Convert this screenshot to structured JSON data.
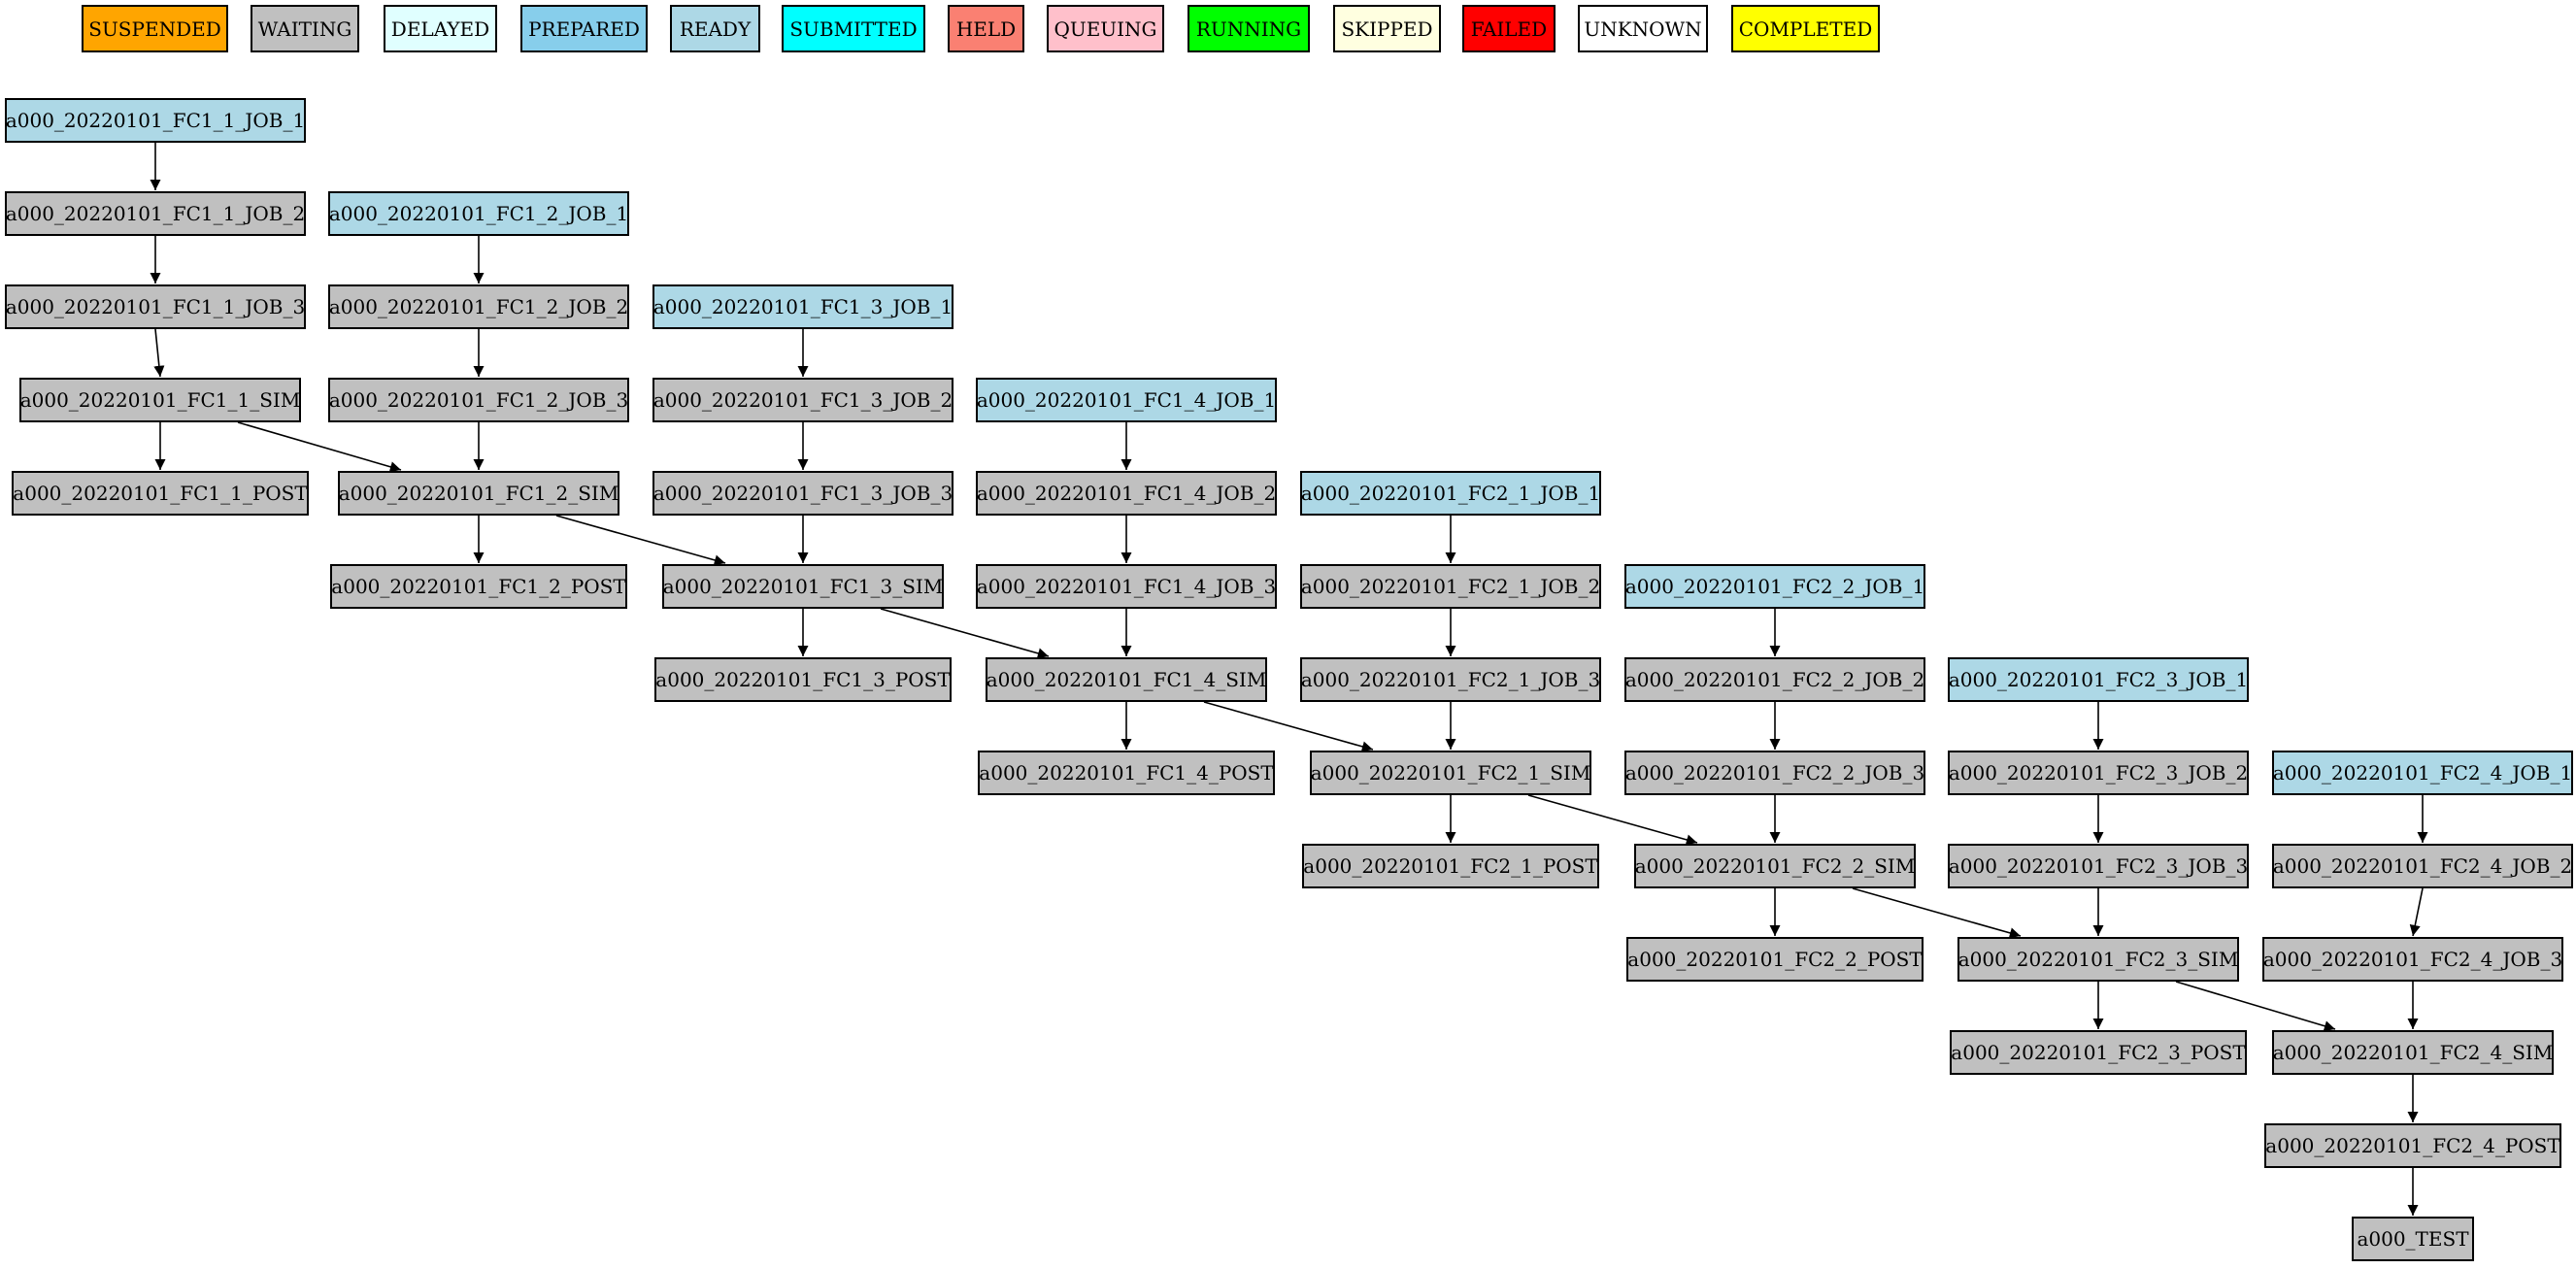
{
  "legend": [
    {
      "label": "SUSPENDED",
      "color": "#FFA500"
    },
    {
      "label": "WAITING",
      "color": "#C0C0C0"
    },
    {
      "label": "DELAYED",
      "color": "#E0FFFF"
    },
    {
      "label": "PREPARED",
      "color": "#87CEEB"
    },
    {
      "label": "READY",
      "color": "#ADD8E6"
    },
    {
      "label": "SUBMITTED",
      "color": "#00FFFF"
    },
    {
      "label": "HELD",
      "color": "#FA8072"
    },
    {
      "label": "QUEUING",
      "color": "#FFC0CB"
    },
    {
      "label": "RUNNING",
      "color": "#00FF00"
    },
    {
      "label": "SKIPPED",
      "color": "#FFFFE0"
    },
    {
      "label": "FAILED",
      "color": "#FF0000"
    },
    {
      "label": "UNKNOWN",
      "color": "#FFFFFF"
    },
    {
      "label": "COMPLETED",
      "color": "#FFFF00"
    }
  ],
  "nodes": [
    {
      "id": "FC1_1_JOB_1",
      "label": "a000_20220101_FC1_1_JOB_1",
      "status": "READY"
    },
    {
      "id": "FC1_1_JOB_2",
      "label": "a000_20220101_FC1_1_JOB_2",
      "status": "WAITING"
    },
    {
      "id": "FC1_1_JOB_3",
      "label": "a000_20220101_FC1_1_JOB_3",
      "status": "WAITING"
    },
    {
      "id": "FC1_1_SIM",
      "label": "a000_20220101_FC1_1_SIM",
      "status": "WAITING"
    },
    {
      "id": "FC1_1_POST",
      "label": "a000_20220101_FC1_1_POST",
      "status": "WAITING"
    },
    {
      "id": "FC1_2_JOB_1",
      "label": "a000_20220101_FC1_2_JOB_1",
      "status": "READY"
    },
    {
      "id": "FC1_2_JOB_2",
      "label": "a000_20220101_FC1_2_JOB_2",
      "status": "WAITING"
    },
    {
      "id": "FC1_2_JOB_3",
      "label": "a000_20220101_FC1_2_JOB_3",
      "status": "WAITING"
    },
    {
      "id": "FC1_2_SIM",
      "label": "a000_20220101_FC1_2_SIM",
      "status": "WAITING"
    },
    {
      "id": "FC1_2_POST",
      "label": "a000_20220101_FC1_2_POST",
      "status": "WAITING"
    },
    {
      "id": "FC1_3_JOB_1",
      "label": "a000_20220101_FC1_3_JOB_1",
      "status": "READY"
    },
    {
      "id": "FC1_3_JOB_2",
      "label": "a000_20220101_FC1_3_JOB_2",
      "status": "WAITING"
    },
    {
      "id": "FC1_3_JOB_3",
      "label": "a000_20220101_FC1_3_JOB_3",
      "status": "WAITING"
    },
    {
      "id": "FC1_3_SIM",
      "label": "a000_20220101_FC1_3_SIM",
      "status": "WAITING"
    },
    {
      "id": "FC1_3_POST",
      "label": "a000_20220101_FC1_3_POST",
      "status": "WAITING"
    },
    {
      "id": "FC1_4_JOB_1",
      "label": "a000_20220101_FC1_4_JOB_1",
      "status": "READY"
    },
    {
      "id": "FC1_4_JOB_2",
      "label": "a000_20220101_FC1_4_JOB_2",
      "status": "WAITING"
    },
    {
      "id": "FC1_4_JOB_3",
      "label": "a000_20220101_FC1_4_JOB_3",
      "status": "WAITING"
    },
    {
      "id": "FC1_4_SIM",
      "label": "a000_20220101_FC1_4_SIM",
      "status": "WAITING"
    },
    {
      "id": "FC1_4_POST",
      "label": "a000_20220101_FC1_4_POST",
      "status": "WAITING"
    },
    {
      "id": "FC2_1_JOB_1",
      "label": "a000_20220101_FC2_1_JOB_1",
      "status": "READY"
    },
    {
      "id": "FC2_1_JOB_2",
      "label": "a000_20220101_FC2_1_JOB_2",
      "status": "WAITING"
    },
    {
      "id": "FC2_1_JOB_3",
      "label": "a000_20220101_FC2_1_JOB_3",
      "status": "WAITING"
    },
    {
      "id": "FC2_1_SIM",
      "label": "a000_20220101_FC2_1_SIM",
      "status": "WAITING"
    },
    {
      "id": "FC2_1_POST",
      "label": "a000_20220101_FC2_1_POST",
      "status": "WAITING"
    },
    {
      "id": "FC2_2_JOB_1",
      "label": "a000_20220101_FC2_2_JOB_1",
      "status": "READY"
    },
    {
      "id": "FC2_2_JOB_2",
      "label": "a000_20220101_FC2_2_JOB_2",
      "status": "WAITING"
    },
    {
      "id": "FC2_2_JOB_3",
      "label": "a000_20220101_FC2_2_JOB_3",
      "status": "WAITING"
    },
    {
      "id": "FC2_2_SIM",
      "label": "a000_20220101_FC2_2_SIM",
      "status": "WAITING"
    },
    {
      "id": "FC2_2_POST",
      "label": "a000_20220101_FC2_2_POST",
      "status": "WAITING"
    },
    {
      "id": "FC2_3_JOB_1",
      "label": "a000_20220101_FC2_3_JOB_1",
      "status": "READY"
    },
    {
      "id": "FC2_3_JOB_2",
      "label": "a000_20220101_FC2_3_JOB_2",
      "status": "WAITING"
    },
    {
      "id": "FC2_3_JOB_3",
      "label": "a000_20220101_FC2_3_JOB_3",
      "status": "WAITING"
    },
    {
      "id": "FC2_3_SIM",
      "label": "a000_20220101_FC2_3_SIM",
      "status": "WAITING"
    },
    {
      "id": "FC2_3_POST",
      "label": "a000_20220101_FC2_3_POST",
      "status": "WAITING"
    },
    {
      "id": "FC2_4_JOB_1",
      "label": "a000_20220101_FC2_4_JOB_1",
      "status": "READY"
    },
    {
      "id": "FC2_4_JOB_2",
      "label": "a000_20220101_FC2_4_JOB_2",
      "status": "WAITING"
    },
    {
      "id": "FC2_4_JOB_3",
      "label": "a000_20220101_FC2_4_JOB_3",
      "status": "WAITING"
    },
    {
      "id": "FC2_4_SIM",
      "label": "a000_20220101_FC2_4_SIM",
      "status": "WAITING"
    },
    {
      "id": "FC2_4_POST",
      "label": "a000_20220101_FC2_4_POST",
      "status": "WAITING"
    },
    {
      "id": "TEST",
      "label": "a000_TEST",
      "status": "WAITING"
    }
  ],
  "edges": [
    [
      "FC1_1_JOB_1",
      "FC1_1_JOB_2"
    ],
    [
      "FC1_1_JOB_2",
      "FC1_1_JOB_3"
    ],
    [
      "FC1_1_JOB_3",
      "FC1_1_SIM"
    ],
    [
      "FC1_1_SIM",
      "FC1_1_POST"
    ],
    [
      "FC1_1_SIM",
      "FC1_2_SIM"
    ],
    [
      "FC1_2_JOB_1",
      "FC1_2_JOB_2"
    ],
    [
      "FC1_2_JOB_2",
      "FC1_2_JOB_3"
    ],
    [
      "FC1_2_JOB_3",
      "FC1_2_SIM"
    ],
    [
      "FC1_2_SIM",
      "FC1_2_POST"
    ],
    [
      "FC1_2_SIM",
      "FC1_3_SIM"
    ],
    [
      "FC1_3_JOB_1",
      "FC1_3_JOB_2"
    ],
    [
      "FC1_3_JOB_2",
      "FC1_3_JOB_3"
    ],
    [
      "FC1_3_JOB_3",
      "FC1_3_SIM"
    ],
    [
      "FC1_3_SIM",
      "FC1_3_POST"
    ],
    [
      "FC1_3_SIM",
      "FC1_4_SIM"
    ],
    [
      "FC1_4_JOB_1",
      "FC1_4_JOB_2"
    ],
    [
      "FC1_4_JOB_2",
      "FC1_4_JOB_3"
    ],
    [
      "FC1_4_JOB_3",
      "FC1_4_SIM"
    ],
    [
      "FC1_4_SIM",
      "FC1_4_POST"
    ],
    [
      "FC1_4_SIM",
      "FC2_1_SIM"
    ],
    [
      "FC2_1_JOB_1",
      "FC2_1_JOB_2"
    ],
    [
      "FC2_1_JOB_2",
      "FC2_1_JOB_3"
    ],
    [
      "FC2_1_JOB_3",
      "FC2_1_SIM"
    ],
    [
      "FC2_1_SIM",
      "FC2_1_POST"
    ],
    [
      "FC2_1_SIM",
      "FC2_2_SIM"
    ],
    [
      "FC2_2_JOB_1",
      "FC2_2_JOB_2"
    ],
    [
      "FC2_2_JOB_2",
      "FC2_2_JOB_3"
    ],
    [
      "FC2_2_JOB_3",
      "FC2_2_SIM"
    ],
    [
      "FC2_2_SIM",
      "FC2_2_POST"
    ],
    [
      "FC2_2_SIM",
      "FC2_3_SIM"
    ],
    [
      "FC2_3_JOB_1",
      "FC2_3_JOB_2"
    ],
    [
      "FC2_3_JOB_2",
      "FC2_3_JOB_3"
    ],
    [
      "FC2_3_JOB_3",
      "FC2_3_SIM"
    ],
    [
      "FC2_3_SIM",
      "FC2_3_POST"
    ],
    [
      "FC2_3_SIM",
      "FC2_4_SIM"
    ],
    [
      "FC2_4_JOB_1",
      "FC2_4_JOB_2"
    ],
    [
      "FC2_4_JOB_2",
      "FC2_4_JOB_3"
    ],
    [
      "FC2_4_JOB_3",
      "FC2_4_SIM"
    ],
    [
      "FC2_4_SIM",
      "FC2_4_POST"
    ],
    [
      "FC2_4_POST",
      "TEST"
    ]
  ]
}
